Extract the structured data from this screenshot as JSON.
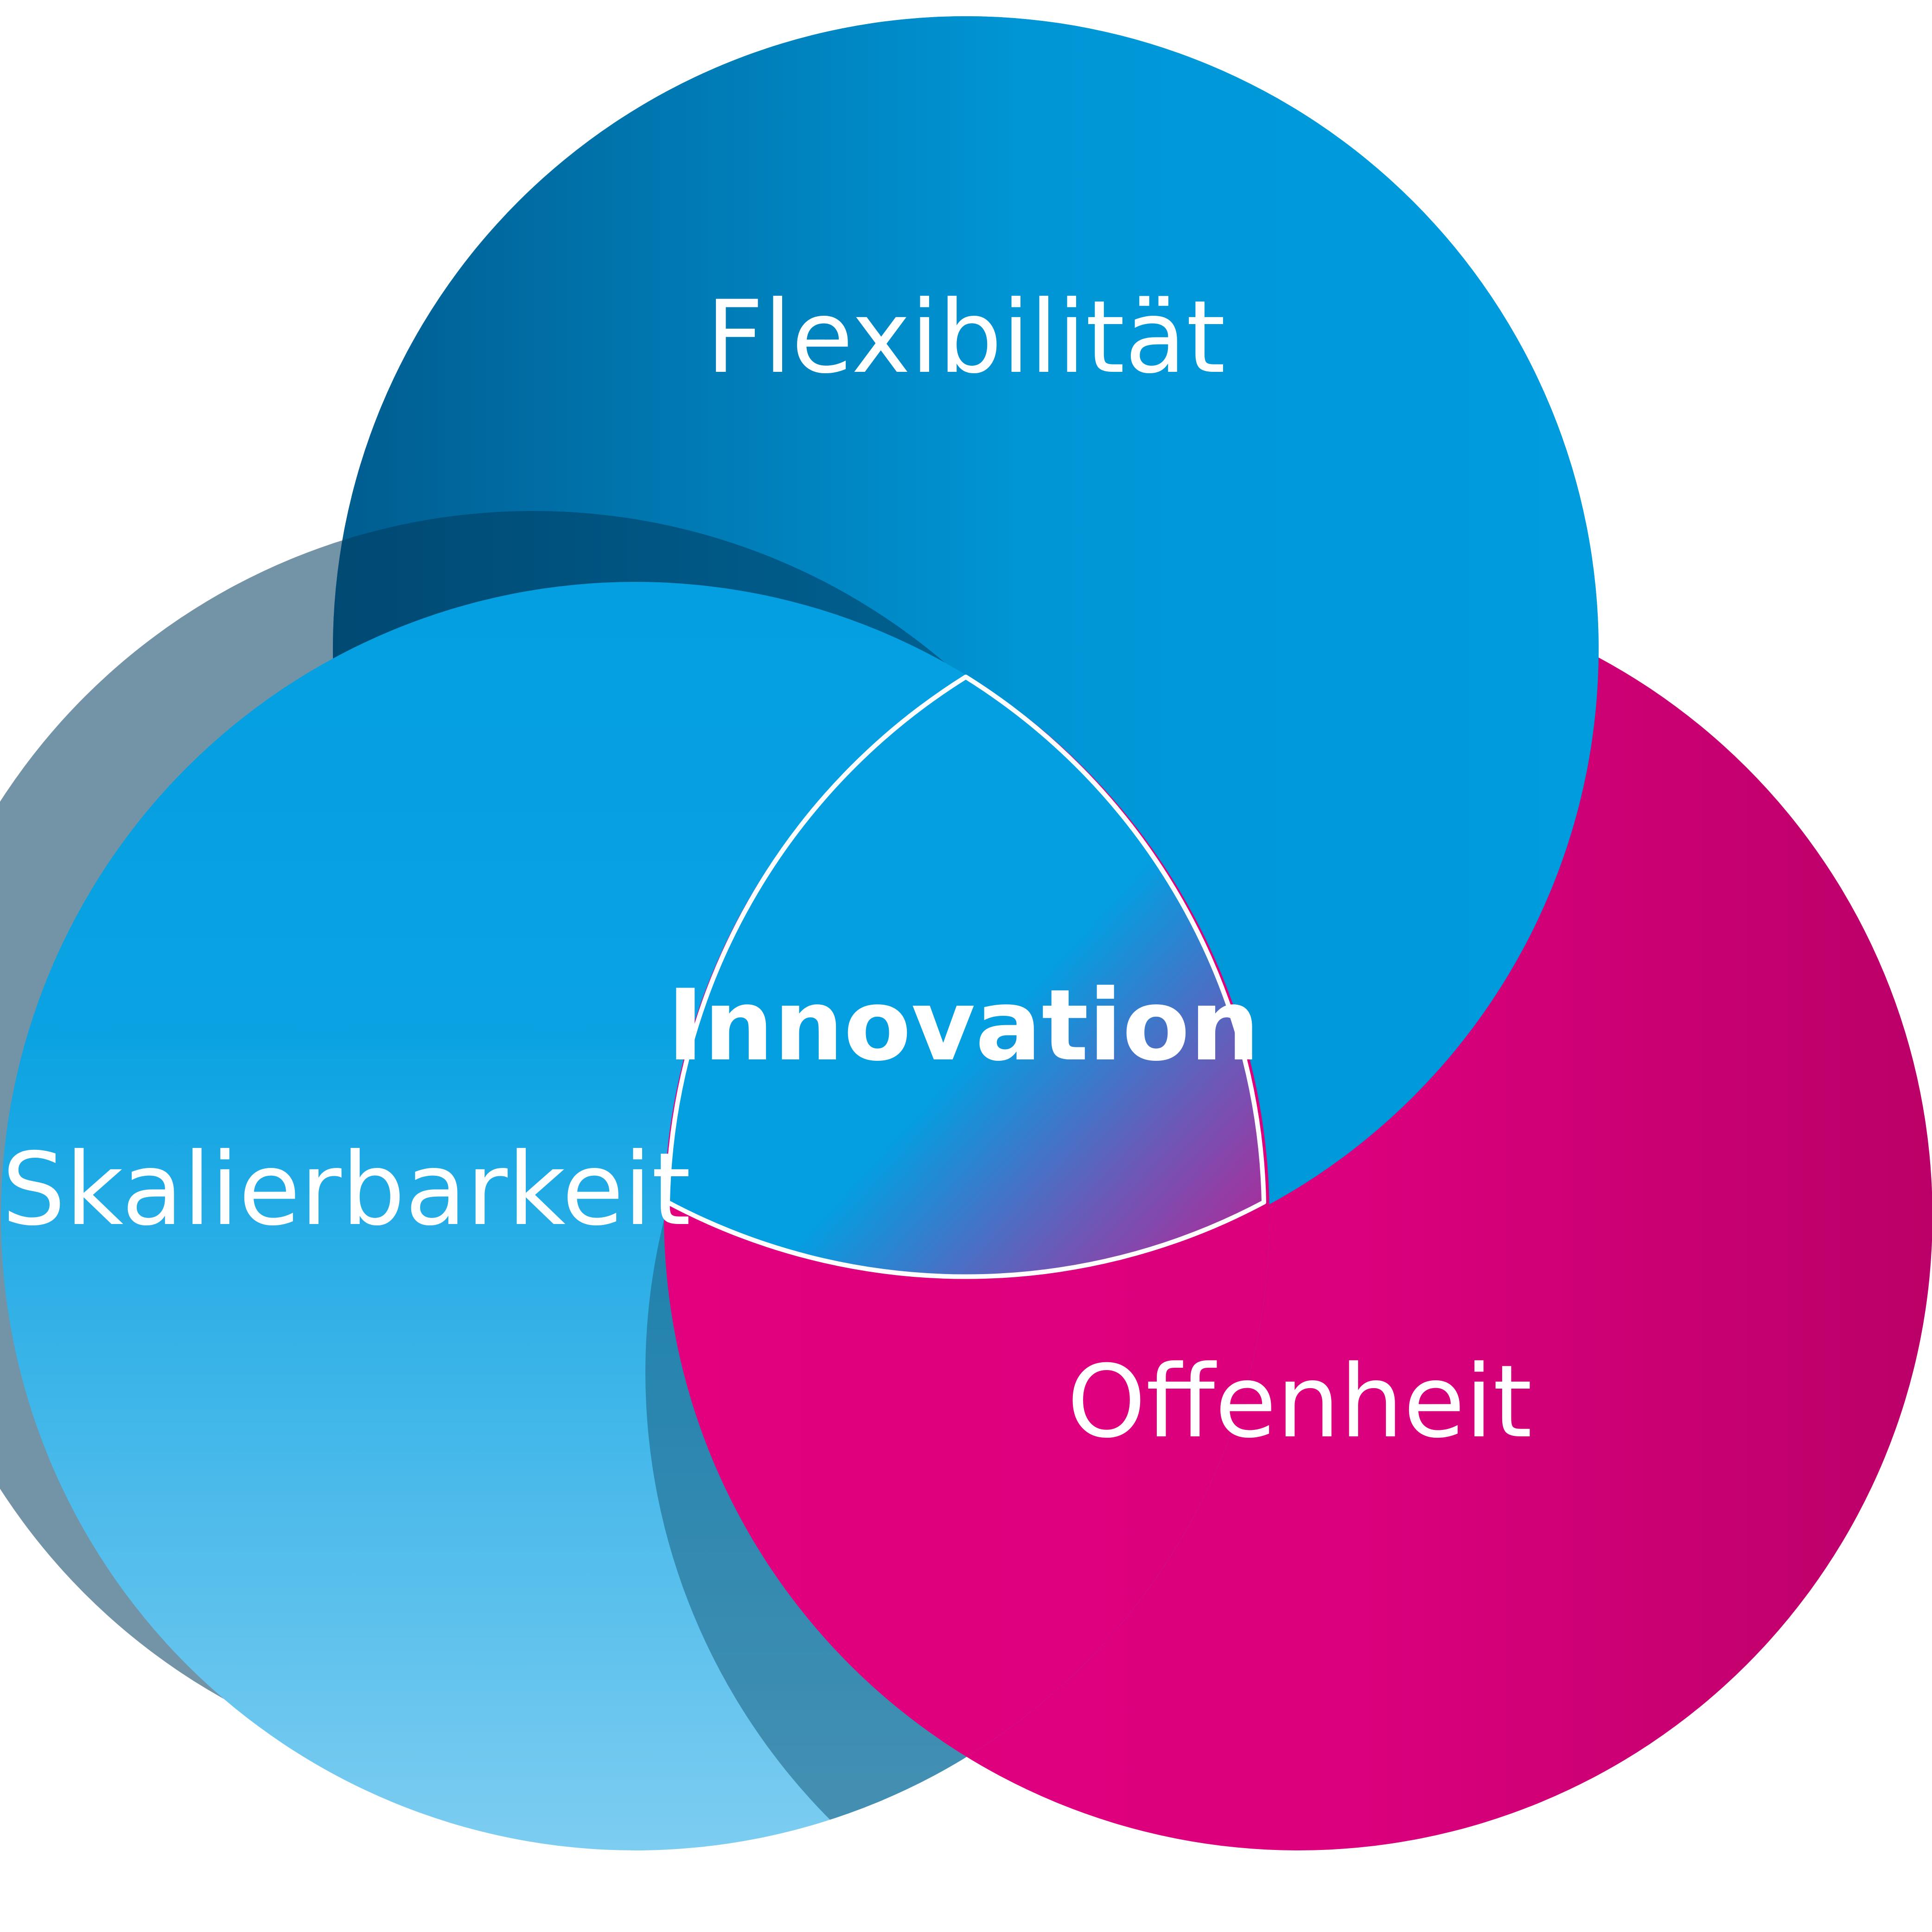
{
  "diagram": {
    "type": "venn",
    "sets": [
      {
        "key": "top",
        "label": "Flexibilität",
        "color": "#0099DA"
      },
      {
        "key": "left",
        "label": "Skalierbarkeit",
        "color": "#039FE1"
      },
      {
        "key": "right",
        "label": "Offenheit",
        "color": "#E2007E"
      }
    ],
    "intersection": {
      "label": "Innovation"
    },
    "colors": {
      "blue_dark": "#005C8F",
      "blue_mid": "#0099DA",
      "blue_light": "#78CCF0",
      "magenta": "#E2007E",
      "magenta_dark": "#BA0068",
      "outline": "#FFFFFF",
      "background": "#FFFFFF"
    }
  }
}
